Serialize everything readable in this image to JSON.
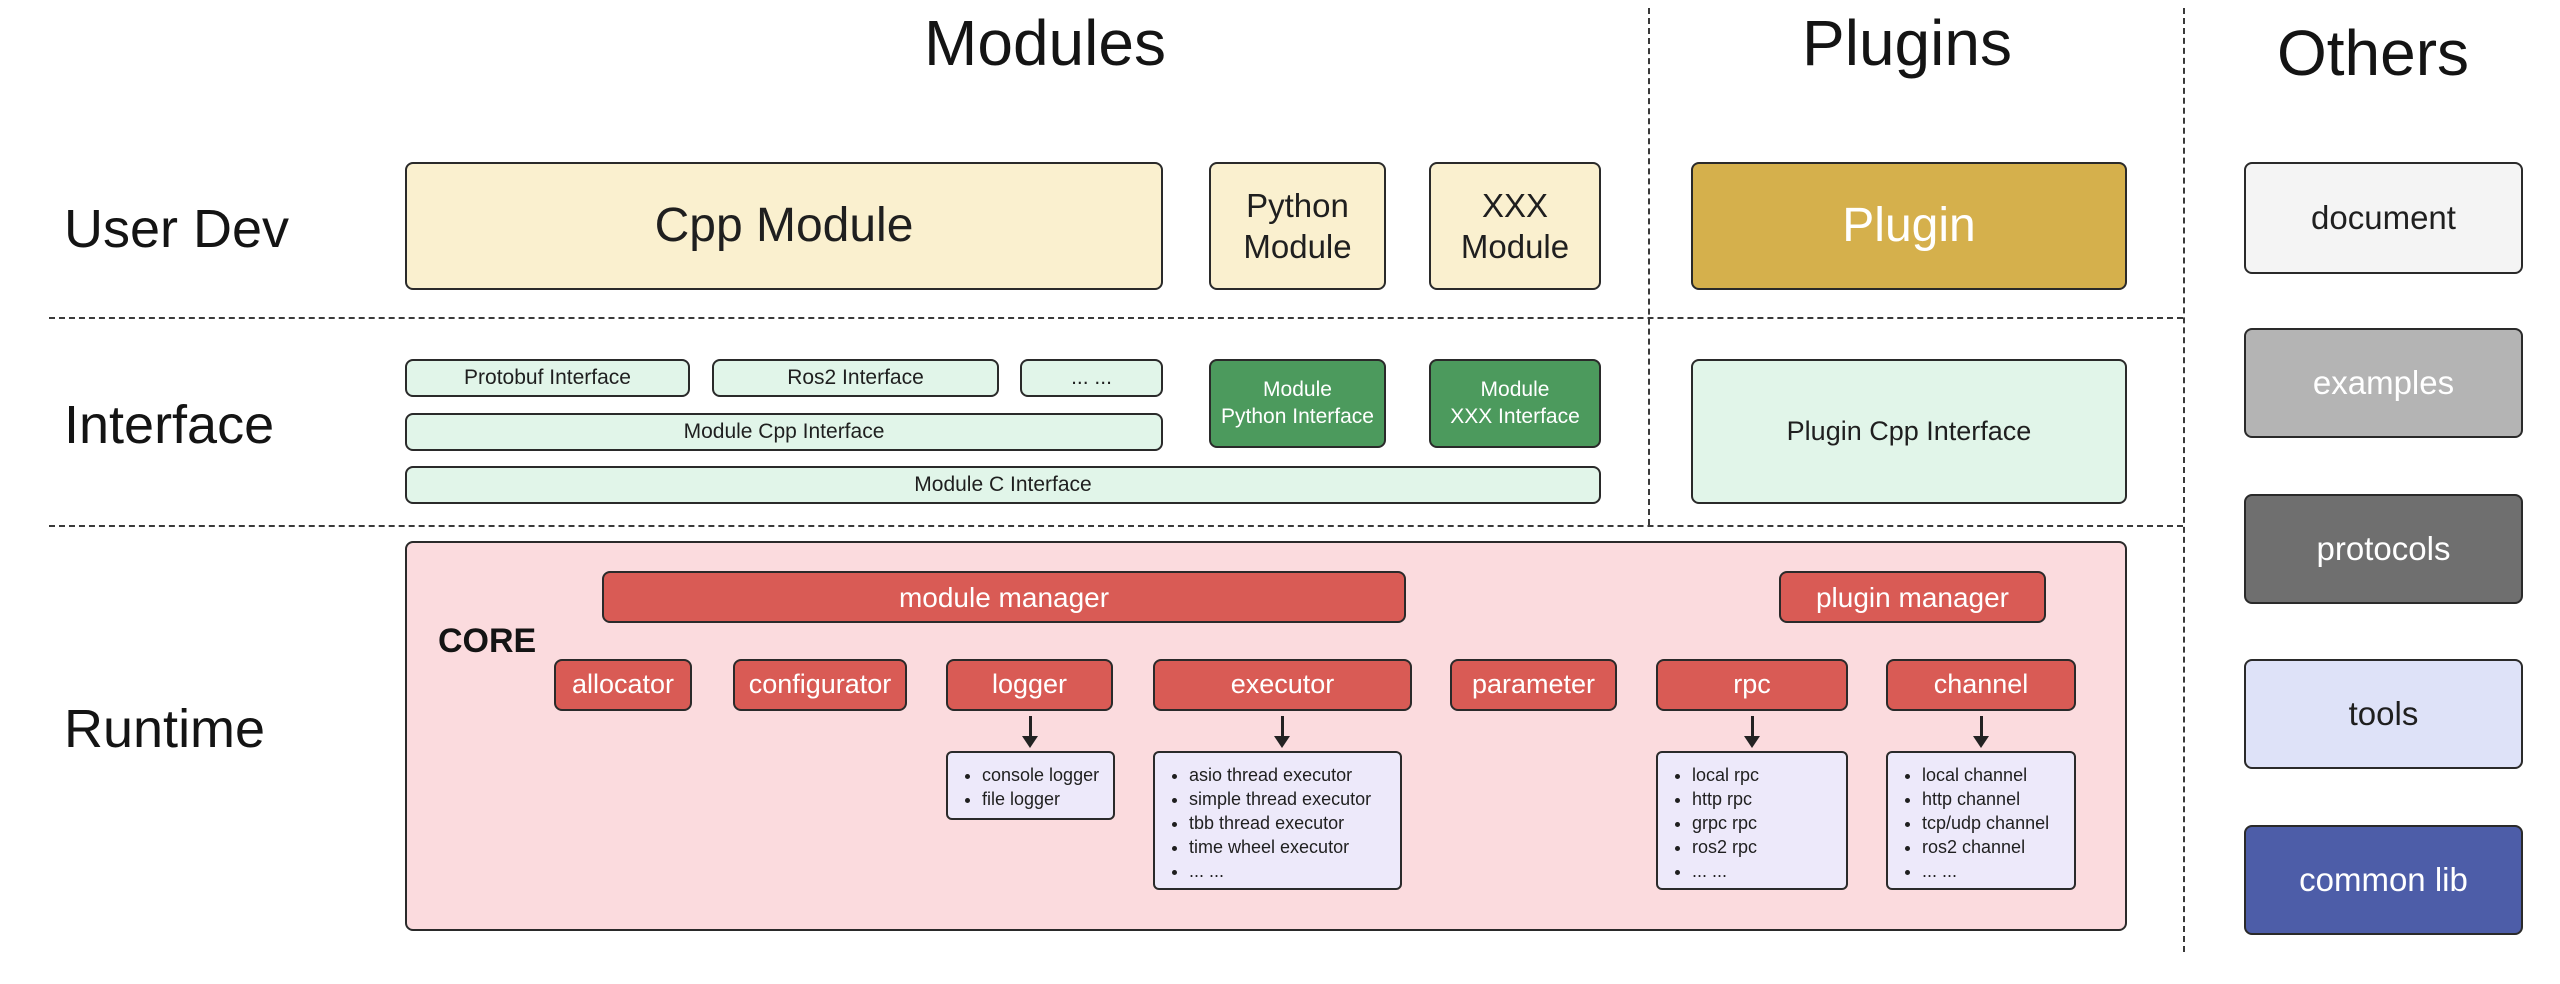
{
  "palette": {
    "cream": "#FAF0CF",
    "gold": "#D5B04C",
    "green-light": "#E1F5E9",
    "green-dark": "#4C9A5D",
    "red": "#D95B55",
    "pink": "#FBDBDE",
    "list-bg": "#EDE9FA",
    "gray-light": "#F4F4F4",
    "gray-mid": "#B4B4B4",
    "gray-dark": "#6F6F6F",
    "lavender": "#DEE2F8",
    "indigo": "#4D5DA8"
  },
  "headers": {
    "modules": "Modules",
    "plugins": "Plugins",
    "others": "Others"
  },
  "row_labels": {
    "user_dev": "User Dev",
    "interface": "Interface",
    "runtime": "Runtime"
  },
  "modules": {
    "user_dev": {
      "cpp_module": "Cpp Module",
      "python_module": "Python\nModule",
      "xxx_module": "XXX\nModule"
    },
    "interface": {
      "protobuf": "Protobuf Interface",
      "ros2": "Ros2 Interface",
      "ellipsis": "... ...",
      "module_python": "Module\nPython Interface",
      "module_xxx": "Module\nXXX Interface",
      "module_cpp": "Module Cpp Interface",
      "module_c": "Module C Interface"
    }
  },
  "plugins": {
    "plugin": "Plugin",
    "plugin_cpp_interface": "Plugin Cpp Interface"
  },
  "others": {
    "document": "document",
    "examples": "examples",
    "protocols": "protocols",
    "tools": "tools",
    "common_lib": "common lib"
  },
  "runtime": {
    "core_label": "CORE",
    "module_manager": "module manager",
    "plugin_manager": "plugin manager",
    "components": [
      "allocator",
      "configurator",
      "logger",
      "executor",
      "parameter",
      "rpc",
      "channel"
    ],
    "logger_items": [
      "console logger",
      "file logger"
    ],
    "executor_items": [
      "asio thread executor",
      "simple thread executor",
      "tbb thread executor",
      "time wheel executor",
      "... ..."
    ],
    "rpc_items": [
      "local rpc",
      "http rpc",
      "grpc rpc",
      "ros2 rpc",
      "... ..."
    ],
    "channel_items": [
      "local channel",
      "http channel",
      "tcp/udp channel",
      "ros2 channel",
      "... ..."
    ]
  }
}
